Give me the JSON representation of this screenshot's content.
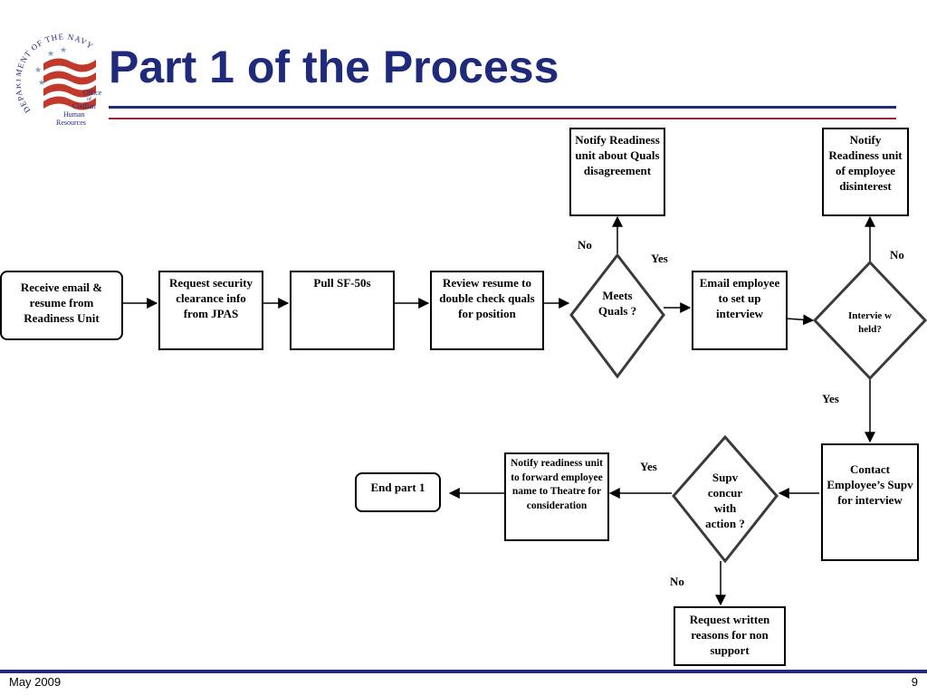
{
  "title": "Part 1 of the Process",
  "logo": {
    "ring_text": "DEPARTMENT OF THE NAVY",
    "line1": "Office",
    "line2": "of",
    "line3": "Civilian",
    "line4": "Human",
    "line5": "Resources"
  },
  "nodes": {
    "receive": "Receive email & resume from Readiness Unit",
    "request_clearance": "Request security clearance info from JPAS",
    "pull_sf50": "Pull SF-50s",
    "review_resume": "Review resume to double check quals for position",
    "meets_quals": "Meets Quals ?",
    "notify_quals": "Notify Readiness unit about Quals disagreement",
    "email_employee": "Email employee to set up interview",
    "interview_held": "Intervie w  held?",
    "notify_disinterest": "Notify Readiness unit of employee disinterest",
    "contact_supv": "Contact Employee’s Supv for interview",
    "supv_concur": "Supv concur with action ?",
    "notify_forward": "Notify readiness unit to forward employee name to Theatre for consideration",
    "end_part": "End part 1",
    "request_reasons": "Request written reasons for non support"
  },
  "edge_labels": {
    "quals_no": "No",
    "quals_yes": "Yes",
    "interview_no": "No",
    "interview_yes": "Yes",
    "supv_yes": "Yes",
    "supv_no": "No"
  },
  "footer": {
    "date": "May 2009",
    "page": "9"
  },
  "colors": {
    "title": "#1f2a7a",
    "rule_blue": "#1f2a7a",
    "rule_red": "#9b2335",
    "node_border": "#000000"
  }
}
